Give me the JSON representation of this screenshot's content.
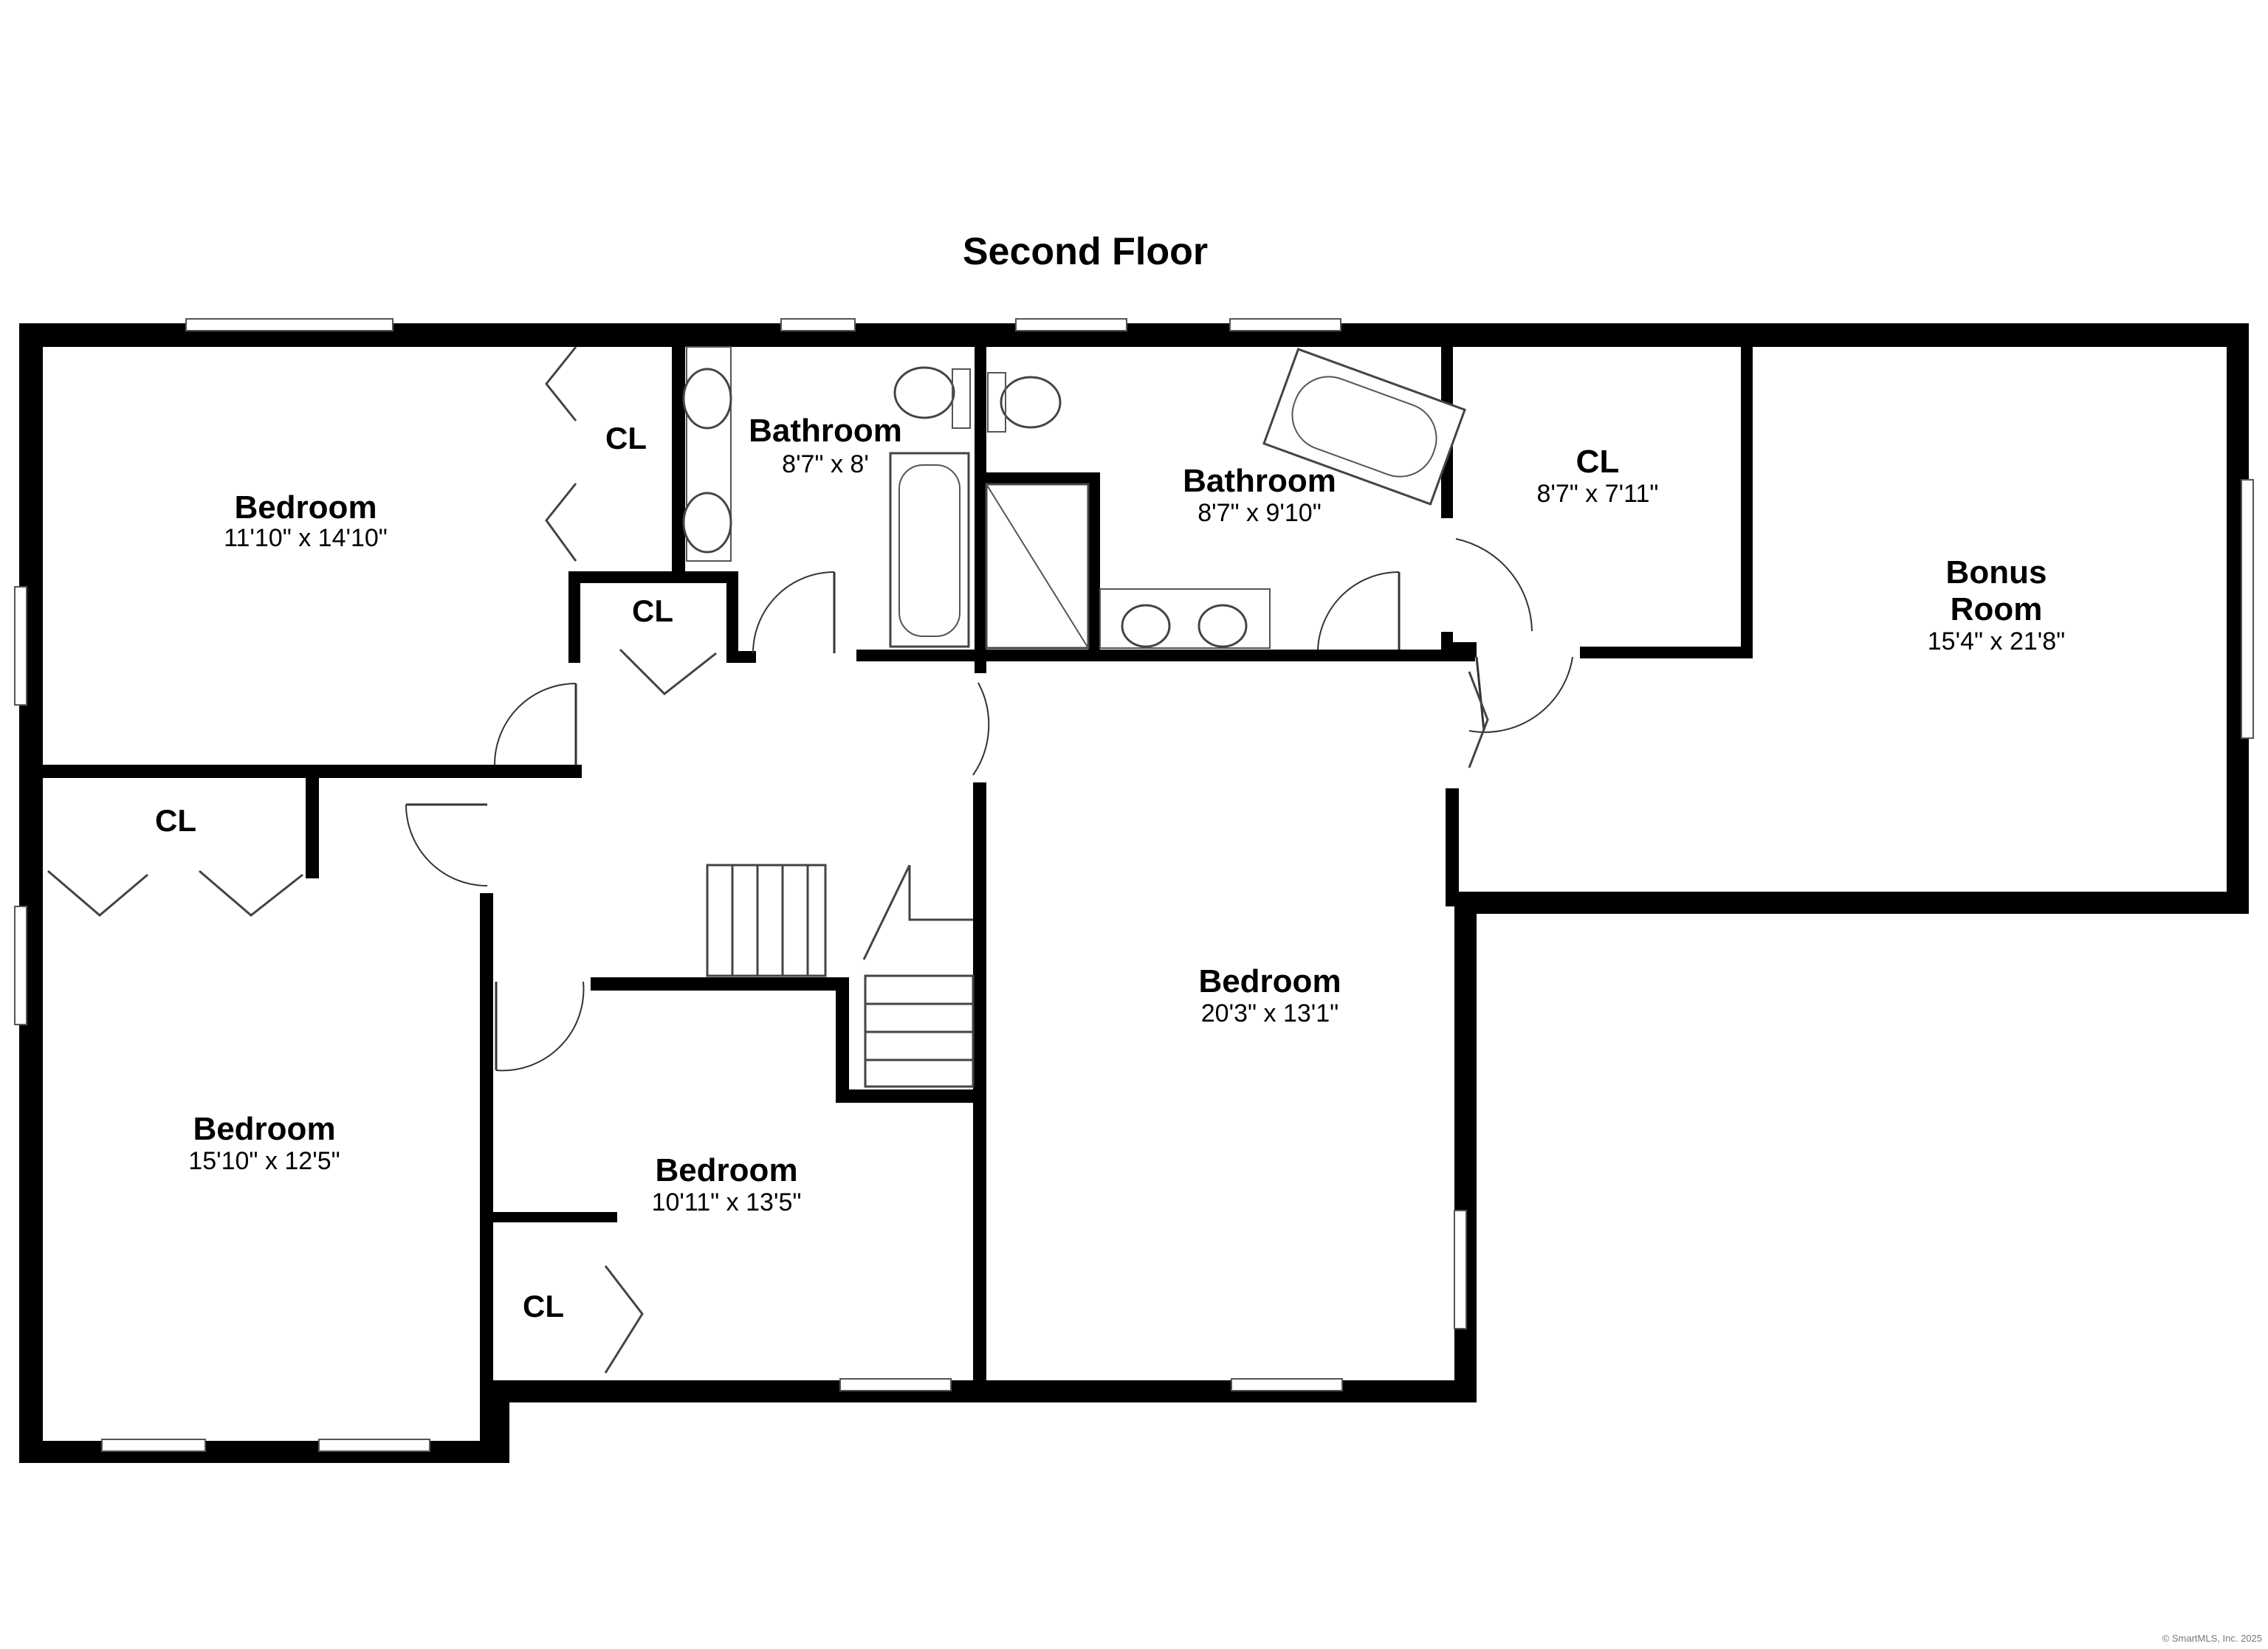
{
  "title": "Second Floor",
  "rooms": [
    {
      "name": "Bedroom",
      "dims": "11'10\" x 14'10\""
    },
    {
      "name": "Bathroom",
      "dims": "8'7\" x 8'"
    },
    {
      "name": "Bathroom",
      "dims": "8'7\" x 9'10\""
    },
    {
      "name": "CL",
      "dims": "8'7\" x 7'11\""
    },
    {
      "name_line1": "Bonus",
      "name_line2": "Room",
      "dims": "15'4\" x 21'8\""
    },
    {
      "name": "Bedroom",
      "dims": "15'10\" x 12'5\""
    },
    {
      "name": "Bedroom",
      "dims": "10'11\" x 13'5\""
    },
    {
      "name": "Bedroom",
      "dims": "20'3\" x 13'1\""
    }
  ],
  "closets": [
    "CL",
    "CL",
    "CL",
    "CL"
  ],
  "copyright": "© SmartMLS, Inc. 2025",
  "colors": {
    "wall": "#000000",
    "background": "#ffffff",
    "fixture_stroke": "#444444"
  }
}
